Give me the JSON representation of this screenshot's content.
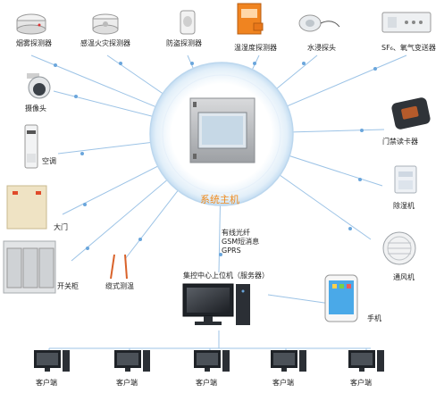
{
  "center": {
    "label": "系统主机"
  },
  "devices": {
    "smoke": "烟雾探测器",
    "thermal": "感温火灾探测器",
    "intrusion": "防盗探测器",
    "temp_humidity": "温湿度探测器",
    "water": "水浸探头",
    "sf6": "SF₆、氧气变送器",
    "camera": "摄像头",
    "ac": "空调",
    "card_reader": "门禁读卡器",
    "door": "大门",
    "dehumidifier": "除湿机",
    "switchgear": "开关柜",
    "cable_temp": "缆式测温",
    "ventilator": "通风机",
    "phone": "手机"
  },
  "network": {
    "lines": [
      "有线光纤",
      "GSM短消息",
      "GPRS"
    ]
  },
  "server": {
    "label": "集控中心上位机（服务器）"
  },
  "clients": [
    "客户端",
    "客户端",
    "客户端",
    "客户端",
    "客户端"
  ],
  "colors": {
    "link_line": "#9cc3e6",
    "link_dot": "#6aa6dc",
    "ring": "#cfe4f5",
    "center_text": "#f08a1c"
  }
}
